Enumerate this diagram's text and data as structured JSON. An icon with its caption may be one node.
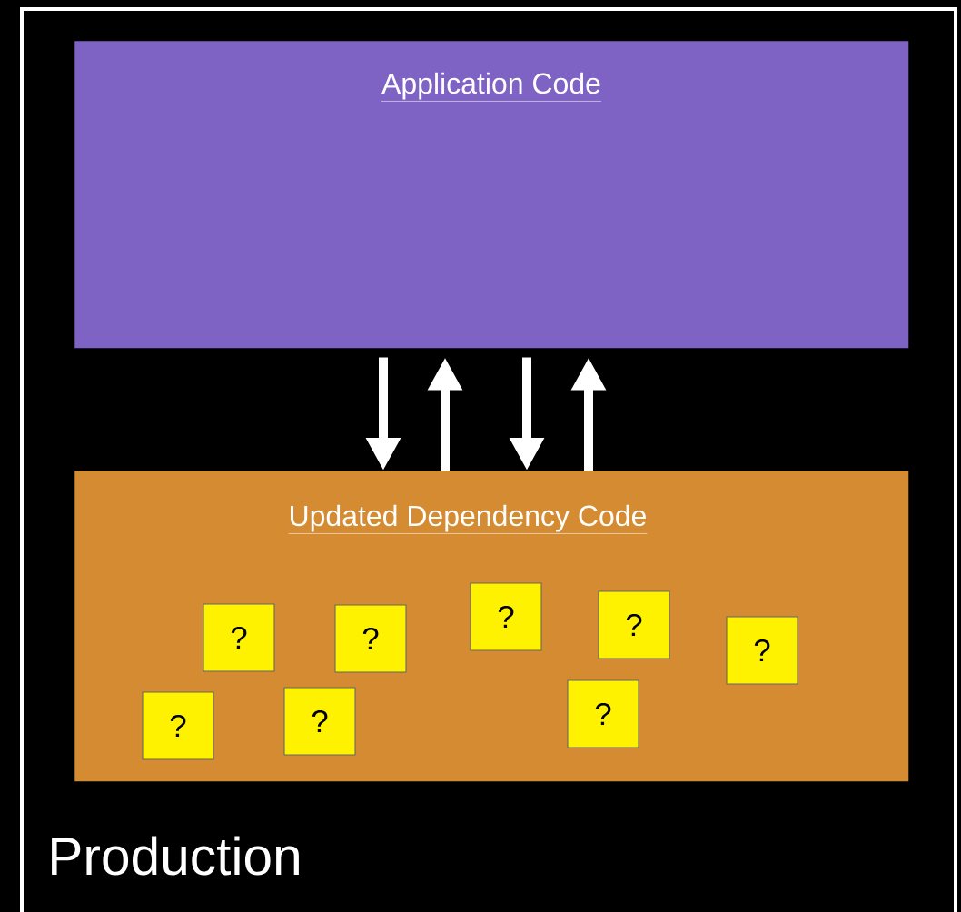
{
  "diagram": {
    "nodes": [
      {
        "text": [
          "Production"
        ]
      },
      {
        "text": [
          "Application Code"
        ],
        "in": 0
      },
      {
        "text": [
          "Updated Dependency Code"
        ],
        "in": 0
      },
      {
        "text": [
          "?"
        ],
        "in": 2
      },
      {
        "text": [
          "?"
        ],
        "in": 2
      },
      {
        "text": [
          "?"
        ],
        "in": 2
      },
      {
        "text": [
          "?"
        ],
        "in": 2
      },
      {
        "text": [
          "?"
        ],
        "in": 2
      },
      {
        "text": [
          "?"
        ],
        "in": 2
      },
      {
        "text": [
          "?"
        ],
        "in": 2
      },
      {
        "text": [
          "?"
        ],
        "in": 2
      }
    ],
    "edges": [
      {
        "from": 1,
        "to": 2,
        "arrow": "to"
      },
      {
        "from": 2,
        "to": 1,
        "arrow": "to"
      },
      {
        "from": 1,
        "to": 2,
        "arrow": "to"
      },
      {
        "from": 2,
        "to": 1,
        "arrow": "to"
      }
    ]
  }
}
